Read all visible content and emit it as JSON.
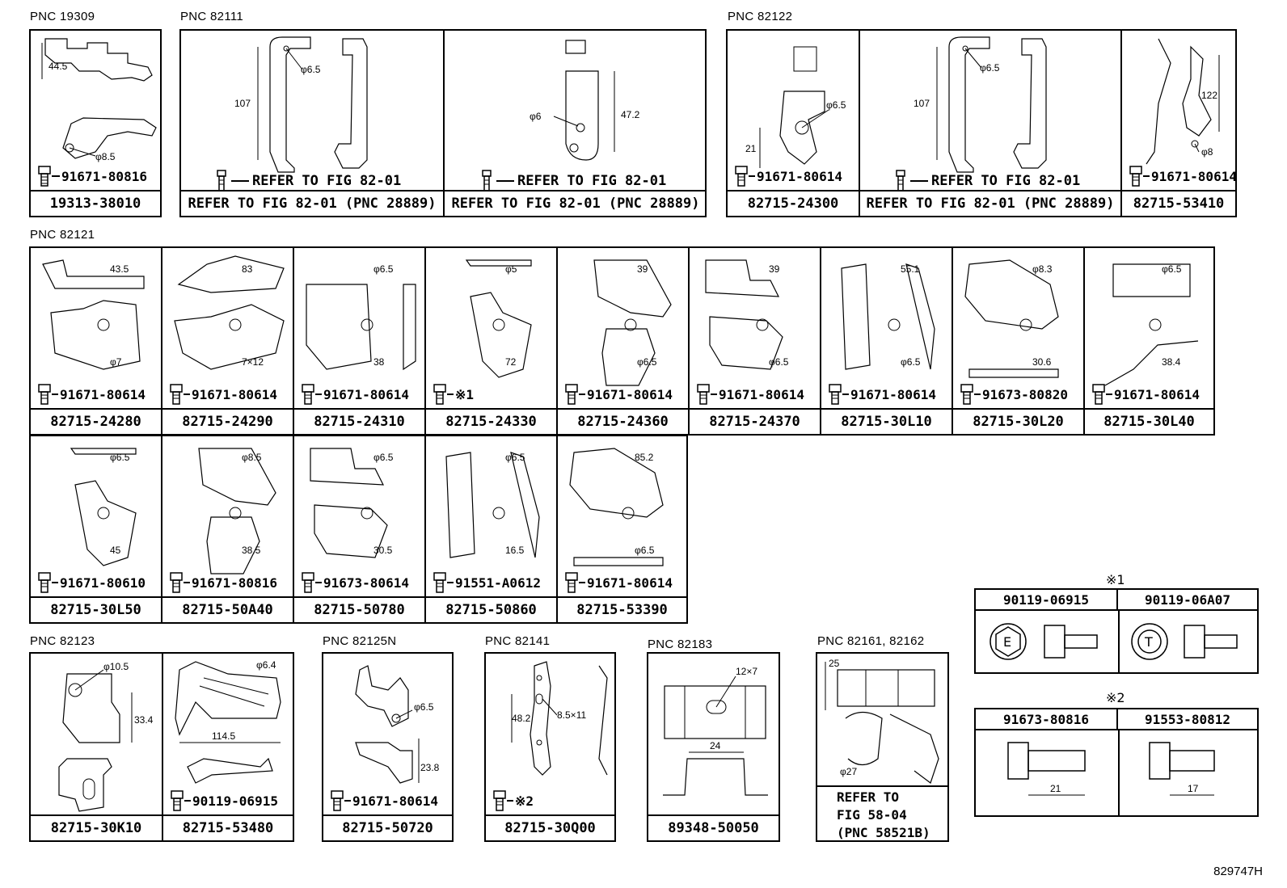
{
  "groups": [
    {
      "pnc": "PNC 19309",
      "cells": [
        {
          "caption": "19313-38010",
          "bolt": "91671-80816",
          "dims": [
            "44.5",
            "φ8.5"
          ]
        }
      ]
    },
    {
      "pnc": "PNC 82111",
      "cells": [
        {
          "caption": "REFER TO FIG 82-01 (PNC 28889)",
          "bolt": "REFER TO FIG 82-01",
          "dims": [
            "107",
            "φ6.5"
          ]
        },
        {
          "caption": "REFER TO FIG 82-01 (PNC 28889)",
          "bolt": "REFER TO FIG 82-01",
          "dims": [
            "φ6",
            "47.2"
          ]
        }
      ]
    },
    {
      "pnc": "PNC 82122",
      "cells": [
        {
          "caption": "82715-24300",
          "bolt": "91671-80614",
          "dims": [
            "φ6.5",
            "21"
          ]
        },
        {
          "caption": "REFER TO FIG 82-01 (PNC 28889)",
          "bolt": "REFER TO FIG 82-01",
          "dims": [
            "107",
            "φ6.5"
          ]
        },
        {
          "caption": "82715-53410",
          "bolt": "91671-80614",
          "dims": [
            "122",
            "φ8"
          ]
        }
      ]
    },
    {
      "pnc": "PNC 82121",
      "rows": [
        [
          {
            "caption": "82715-24280",
            "bolt": "91671-80614",
            "dims": [
              "43.5",
              "φ7"
            ]
          },
          {
            "caption": "82715-24290",
            "bolt": "91671-80614",
            "dims": [
              "83",
              "7×12"
            ]
          },
          {
            "caption": "82715-24310",
            "bolt": "91671-80614",
            "dims": [
              "φ6.5",
              "38"
            ]
          },
          {
            "caption": "82715-24330",
            "bolt": "※1",
            "dims": [
              "φ5",
              "72"
            ]
          },
          {
            "caption": "82715-24360",
            "bolt": "91671-80614",
            "dims": [
              "39",
              "φ6.5"
            ]
          },
          {
            "caption": "82715-24370",
            "bolt": "91671-80614",
            "dims": [
              "39",
              "φ6.5"
            ]
          },
          {
            "caption": "82715-30L10",
            "bolt": "91671-80614",
            "dims": [
              "55.1",
              "φ6.5"
            ]
          },
          {
            "caption": "82715-30L20",
            "bolt": "91673-80820",
            "dims": [
              "φ8.3",
              "30.6"
            ]
          },
          {
            "caption": "82715-30L40",
            "bolt": "91671-80614",
            "dims": [
              "φ6.5",
              "38.4"
            ]
          }
        ],
        [
          {
            "caption": "82715-30L50",
            "bolt": "91671-80610",
            "dims": [
              "φ6.5",
              "45"
            ]
          },
          {
            "caption": "82715-50A40",
            "bolt": "91671-80816",
            "dims": [
              "φ8.5",
              "38.5"
            ]
          },
          {
            "caption": "82715-50780",
            "bolt": "91673-80614",
            "dims": [
              "φ6.5",
              "30.5"
            ]
          },
          {
            "caption": "82715-50860",
            "bolt": "91551-A0612",
            "dims": [
              "φ6.5",
              "16.5"
            ]
          },
          {
            "caption": "82715-53390",
            "bolt": "91671-80614",
            "dims": [
              "85.2",
              "φ6.5"
            ]
          }
        ]
      ]
    },
    {
      "pnc": "PNC 82123",
      "cells": [
        {
          "caption": "82715-30K10",
          "bolt": "",
          "dims": [
            "φ10.5",
            "33.4"
          ]
        },
        {
          "caption": "82715-53480",
          "bolt": "90119-06915",
          "dims": [
            "φ6.4",
            "114.5"
          ]
        }
      ]
    },
    {
      "pnc": "PNC 82125N",
      "cells": [
        {
          "caption": "82715-50720",
          "bolt": "91671-80614",
          "dims": [
            "φ6.5",
            "23.8"
          ]
        }
      ]
    },
    {
      "pnc": "PNC 82141",
      "cells": [
        {
          "caption": "82715-30Q00",
          "bolt": "※2",
          "dims": [
            "48.2",
            "8.5×11"
          ]
        }
      ]
    },
    {
      "pnc": "PNC 82183",
      "cells": [
        {
          "caption": "89348-50050",
          "bolt": "",
          "dims": [
            "12×7",
            "24"
          ]
        }
      ]
    },
    {
      "pnc": "PNC 82161, 82162",
      "cells": [
        {
          "caption": "REFER TO\nFIG 58-04\n(PNC 58521B)",
          "bolt": "",
          "dims": [
            "25",
            "φ27"
          ]
        }
      ]
    }
  ],
  "note1": {
    "mark": "※1",
    "cols": [
      {
        "part": "90119-06915",
        "letter": "E"
      },
      {
        "part": "90119-06A07",
        "letter": "T"
      }
    ]
  },
  "note2": {
    "mark": "※2",
    "cols": [
      {
        "part": "91673-80816",
        "dim": "21"
      },
      {
        "part": "91553-80812",
        "dim": "17"
      }
    ]
  },
  "figure_id": "829747H"
}
